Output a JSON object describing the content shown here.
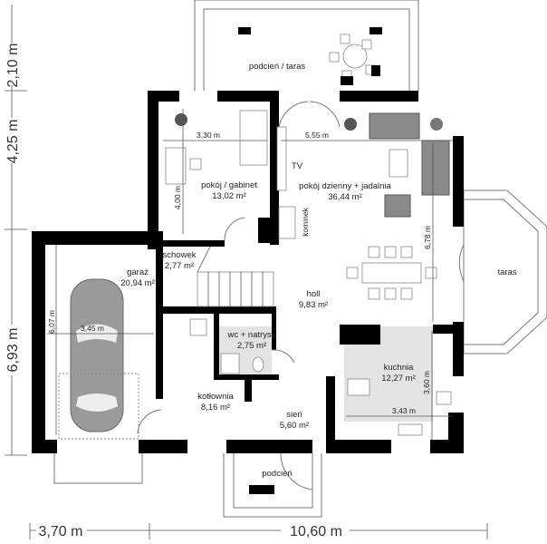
{
  "overall_dimensions": {
    "vertical": [
      "2,10 m",
      "4,25 m",
      "6,93 m"
    ],
    "horizontal": [
      "3,70 m",
      "10,60 m"
    ]
  },
  "rooms": {
    "terrace_top": {
      "name": "podcień / taras"
    },
    "study": {
      "name": "pokój / gabinet",
      "area": "13,02 m²"
    },
    "living": {
      "name": "pokój dzienny + jadalnia",
      "area": "36,44 m²"
    },
    "storage": {
      "name": "schowek",
      "area": "2,77 m²"
    },
    "garage": {
      "name": "garaż",
      "area": "20,94 m²"
    },
    "hall": {
      "name": "holl",
      "area": "9,83 m²"
    },
    "terrace_right": {
      "name": "taras"
    },
    "wc": {
      "name": "wc + natrysk",
      "area": "2,75 m²"
    },
    "kitchen": {
      "name": "kuchnia",
      "area": "12,27 m²"
    },
    "boiler": {
      "name": "kotłownia",
      "area": "8,16 m²"
    },
    "vestibule": {
      "name": "sień",
      "area": "5,60 m²"
    },
    "porch": {
      "name": "podcień"
    }
  },
  "inner_dimensions": {
    "study_width": "3,30 m",
    "living_width": "5,55 m",
    "study_depth": "4,00 m",
    "living_depth": "6,78 m",
    "garage_depth": "6,07 m",
    "garage_width": "3,45 m",
    "kitchen_depth": "3,60 m",
    "kitchen_width": "3,43 m"
  },
  "fixtures": {
    "tv": "TV",
    "fireplace": "kominek"
  },
  "colors": {
    "wall": "#000000",
    "furniture": "#8a8a8a",
    "kitchen_floor": "#e3e3e3"
  }
}
